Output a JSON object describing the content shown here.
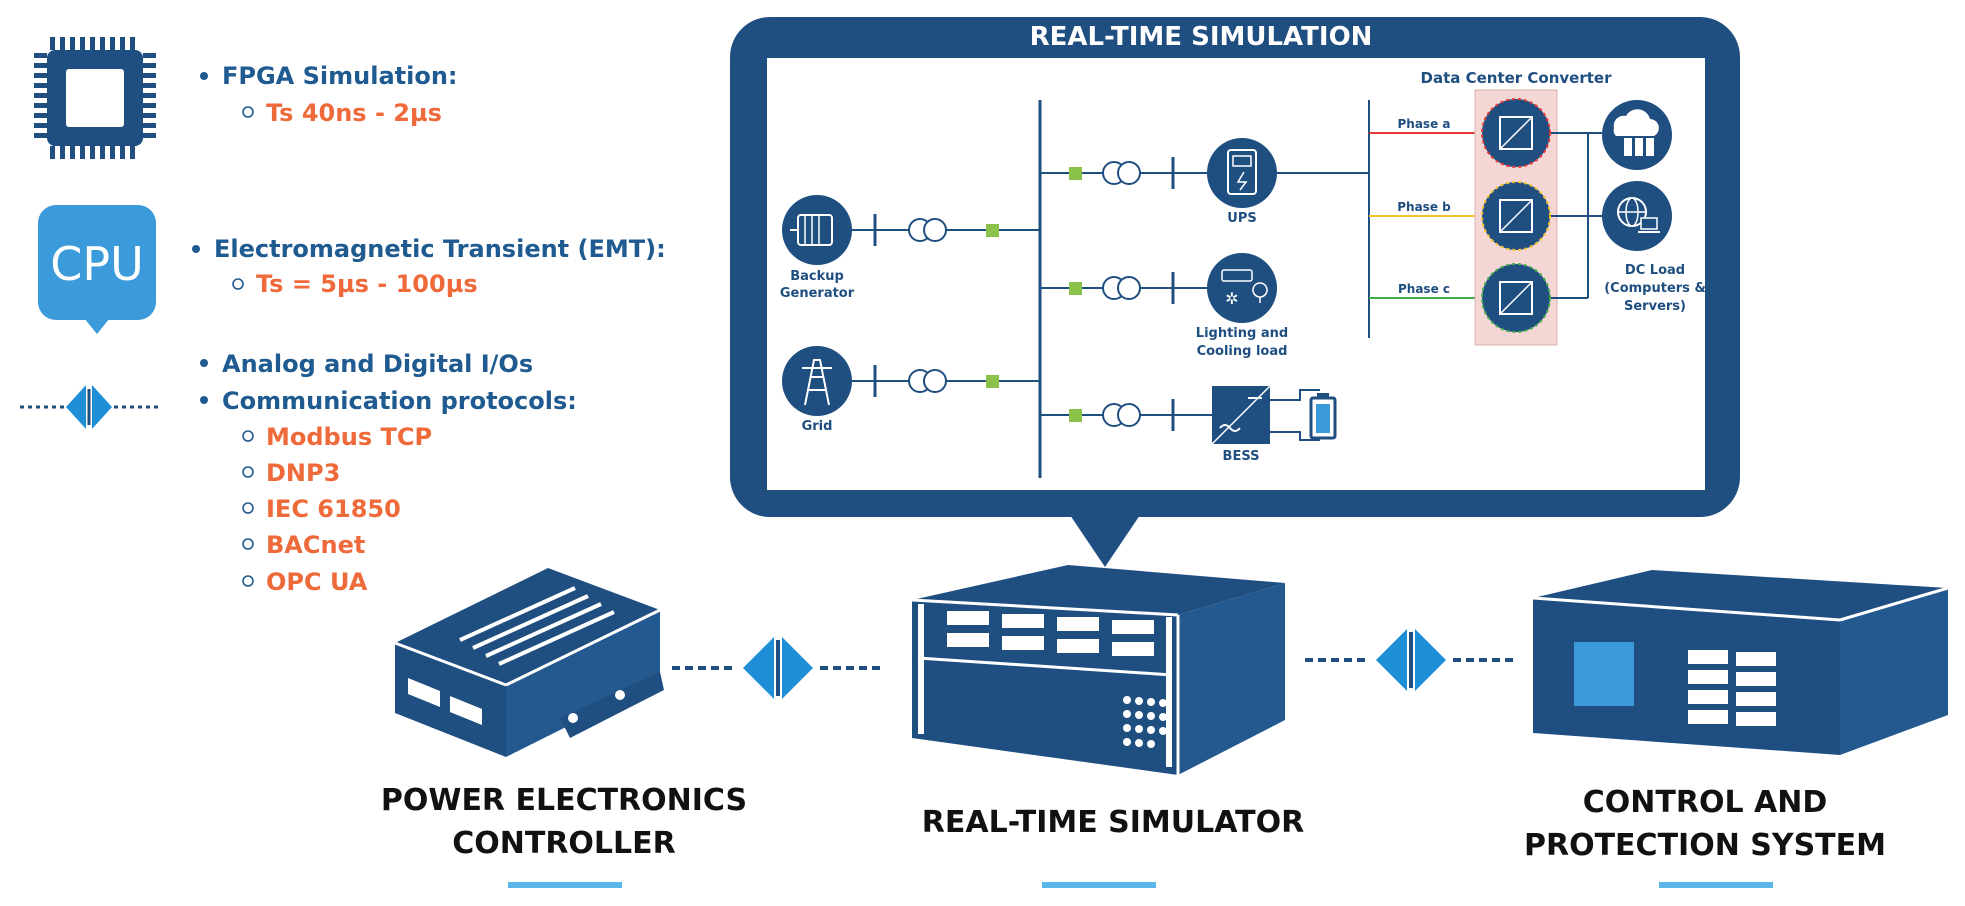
{
  "panel_title": "REAL-TIME SIMULATION",
  "bullets": {
    "fpga_title": "FPGA Simulation:",
    "fpga_ts": "Ts 40ns - 2µs",
    "cpu_icon_text": "CPU",
    "emt_title": "Electromagnetic  Transient (EMT):",
    "emt_ts": "Ts = 5µs - 100µs",
    "io_title": "Analog and Digital I/Os",
    "protocols_title": "Communication protocols:",
    "protocols": [
      "Modbus TCP",
      "DNP3",
      "IEC 61850",
      "BACnet",
      "OPC UA"
    ]
  },
  "diagram": {
    "backup_line1": "Backup",
    "backup_line2": "Generator",
    "grid": "Grid",
    "ups": "UPS",
    "lighting_line1": "Lighting and",
    "lighting_line2": "Cooling load",
    "bess": "BESS",
    "converter_title": "Data Center Converter",
    "phase_a": "Phase a",
    "phase_b": "Phase b",
    "phase_c": "Phase c",
    "dc_line1": "DC Load",
    "dc_line2": "(Computers &",
    "dc_line3": "Servers)"
  },
  "devices": {
    "pe_line1": "POWER ELECTRONICS",
    "pe_line2": "CONTROLLER",
    "rts": "REAL-TIME SIMULATOR",
    "cps_line1": "CONTROL AND",
    "cps_line2": "PROTECTION SYSTEM"
  },
  "colors": {
    "navy": "#1f4e80",
    "light_blue": "#3b9ad9",
    "orange": "#ee6a3a",
    "phase_a": "#e53935",
    "phase_b": "#f2c12e",
    "phase_c": "#3fae49",
    "node_green": "#8bc34a",
    "converter_bg": "#f4d7d4"
  }
}
